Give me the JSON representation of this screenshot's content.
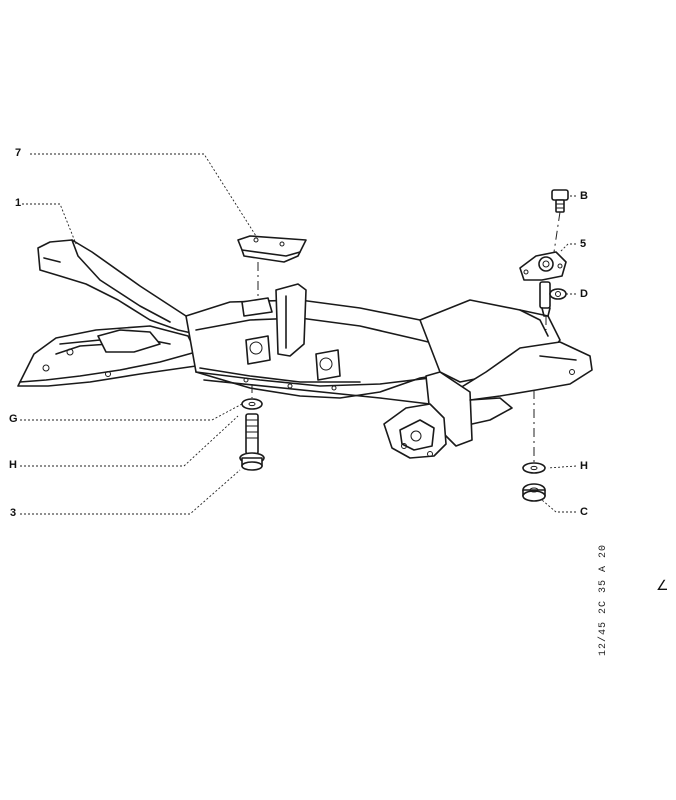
{
  "diagram": {
    "callouts": {
      "c7": "7",
      "c1": "1",
      "cG": "G",
      "cH_left": "H",
      "c3": "3",
      "cB": "B",
      "c5": "5",
      "cD": "D",
      "cH_right": "H",
      "cC": "C"
    },
    "reference_code": "12/45 2C 35 A 20",
    "corner_mark": "∠"
  }
}
